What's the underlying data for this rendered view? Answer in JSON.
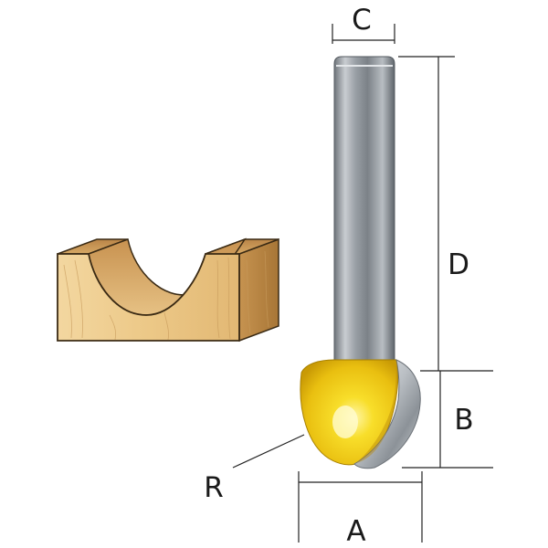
{
  "diagram": {
    "labels": {
      "A": "A",
      "B": "B",
      "C": "C",
      "D": "D",
      "R": "R"
    },
    "colors": {
      "cutter_yellow": "#f5d21a",
      "shank_gray": "#9aa0a6",
      "carbide_silver": "#c8ccd0",
      "wood_light": "#f0cf95",
      "wood_dark": "#c79a55"
    }
  }
}
